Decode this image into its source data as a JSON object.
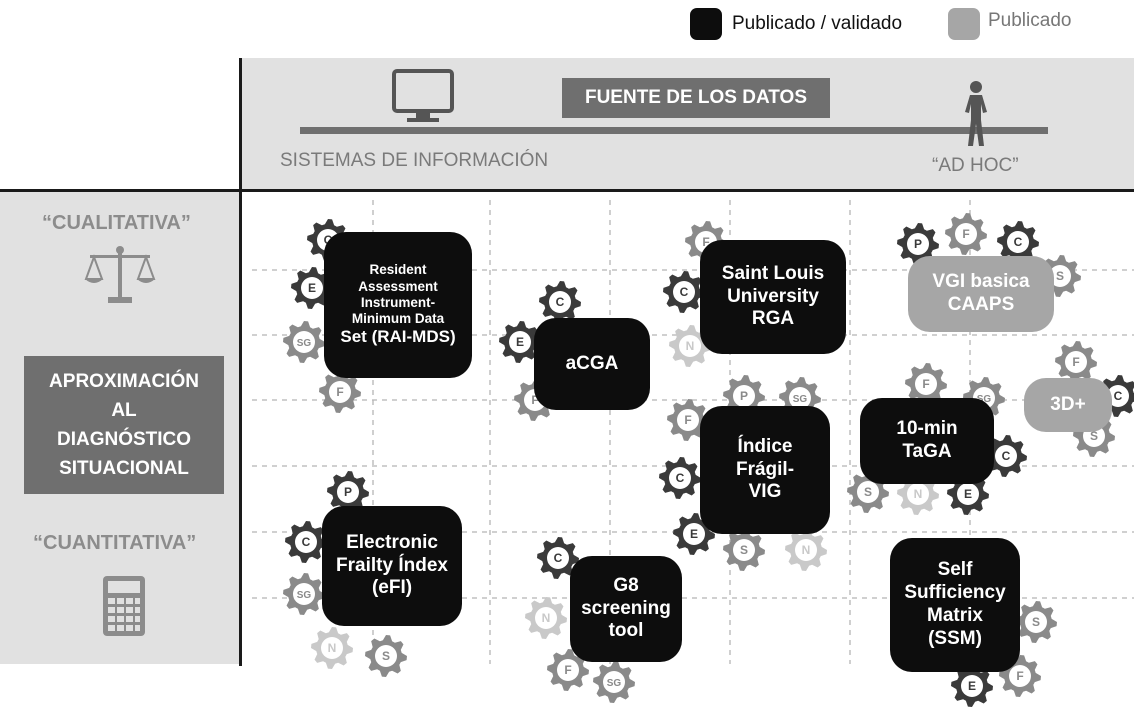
{
  "legend": {
    "validated_label": "Publicado / validado",
    "published_label": "Publicado",
    "validated_color": "#0d0d0d",
    "published_color": "#a6a6a6"
  },
  "header": {
    "source_title": "FUENTE DE LOS DATOS",
    "left_label": "SISTEMAS DE INFORMACIÓN",
    "right_label": "“AD HOC”",
    "left_icon": "monitor-icon",
    "right_icon": "person-icon"
  },
  "side": {
    "top_label": "“CUALITATIVA”",
    "center_lines": [
      "APROXIMACIÓN",
      "AL",
      "DIAGNÓSTICO",
      "SITUACIONAL"
    ],
    "bottom_label": "“CUANTITATIVA”",
    "top_icon": "scale-icon",
    "bottom_icon": "calculator-icon"
  },
  "tools": [
    {
      "id": "rai-mds",
      "lines": [
        "Resident",
        "Assessment",
        "Instrument-",
        "Minimum Data",
        "Set (RAI-MDS)"
      ],
      "status": "validated",
      "gears": [
        {
          "label": "C",
          "shade": "dark"
        },
        {
          "label": "E",
          "shade": "dark"
        },
        {
          "label": "SG",
          "shade": "mid"
        },
        {
          "label": "F",
          "shade": "mid"
        }
      ]
    },
    {
      "id": "acga",
      "lines": [
        "aCGA"
      ],
      "status": "validated",
      "gears": [
        {
          "label": "C",
          "shade": "dark"
        },
        {
          "label": "E",
          "shade": "dark"
        },
        {
          "label": "F",
          "shade": "mid"
        }
      ]
    },
    {
      "id": "slu-rga",
      "lines": [
        "Saint Louis",
        "University",
        "RGA"
      ],
      "status": "validated",
      "gears": [
        {
          "label": "F",
          "shade": "mid"
        },
        {
          "label": "C",
          "shade": "dark"
        },
        {
          "label": "N",
          "shade": "light"
        }
      ]
    },
    {
      "id": "vgi-caaps",
      "lines": [
        "VGI basica",
        "CAAPS"
      ],
      "status": "published",
      "gears": [
        {
          "label": "P",
          "shade": "dark"
        },
        {
          "label": "F",
          "shade": "mid"
        },
        {
          "label": "C",
          "shade": "dark"
        },
        {
          "label": "S",
          "shade": "mid"
        }
      ]
    },
    {
      "id": "ifvig",
      "lines": [
        "Índice",
        "Frágil-",
        "VIG"
      ],
      "status": "validated",
      "gears": [
        {
          "label": "P",
          "shade": "mid"
        },
        {
          "label": "SG",
          "shade": "mid"
        },
        {
          "label": "F",
          "shade": "mid"
        },
        {
          "label": "C",
          "shade": "dark"
        },
        {
          "label": "E",
          "shade": "dark"
        },
        {
          "label": "S",
          "shade": "mid"
        },
        {
          "label": "N",
          "shade": "light"
        }
      ]
    },
    {
      "id": "taga",
      "lines": [
        "10-min",
        "TaGA"
      ],
      "status": "validated",
      "gears": [
        {
          "label": "F",
          "shade": "mid"
        },
        {
          "label": "SG",
          "shade": "mid"
        },
        {
          "label": "C",
          "shade": "dark"
        },
        {
          "label": "E",
          "shade": "dark"
        },
        {
          "label": "N",
          "shade": "light"
        },
        {
          "label": "S",
          "shade": "mid"
        }
      ]
    },
    {
      "id": "3d-plus",
      "lines": [
        "3D+"
      ],
      "status": "published",
      "gears": [
        {
          "label": "F",
          "shade": "mid"
        },
        {
          "label": "C",
          "shade": "dark"
        },
        {
          "label": "S",
          "shade": "mid"
        }
      ]
    },
    {
      "id": "efi",
      "lines": [
        "Electronic",
        "Frailty Índex",
        "(eFI)"
      ],
      "status": "validated",
      "gears": [
        {
          "label": "P",
          "shade": "dark"
        },
        {
          "label": "C",
          "shade": "dark"
        },
        {
          "label": "SG",
          "shade": "mid"
        },
        {
          "label": "N",
          "shade": "light"
        },
        {
          "label": "S",
          "shade": "mid"
        }
      ]
    },
    {
      "id": "g8",
      "lines": [
        "G8",
        "screening",
        "tool"
      ],
      "status": "validated",
      "gears": [
        {
          "label": "C",
          "shade": "dark"
        },
        {
          "label": "N",
          "shade": "light"
        },
        {
          "label": "F",
          "shade": "mid"
        },
        {
          "label": "SG",
          "shade": "mid"
        }
      ]
    },
    {
      "id": "ssm",
      "lines": [
        "Self",
        "Sufficiency",
        "Matrix",
        "(SSM)"
      ],
      "status": "validated",
      "gears": [
        {
          "label": "S",
          "shade": "mid"
        },
        {
          "label": "F",
          "shade": "mid"
        },
        {
          "label": "E",
          "shade": "dark"
        }
      ]
    }
  ],
  "colors": {
    "band": "#e1e1e1",
    "accent_box": "#6f6f6f",
    "validated": "#0d0d0d",
    "published": "#a6a6a6",
    "gear_dark": "#3a3a3a",
    "gear_mid": "#8a8a8a",
    "gear_light": "#c9c9c9",
    "side_text": "#8c8c8c"
  }
}
